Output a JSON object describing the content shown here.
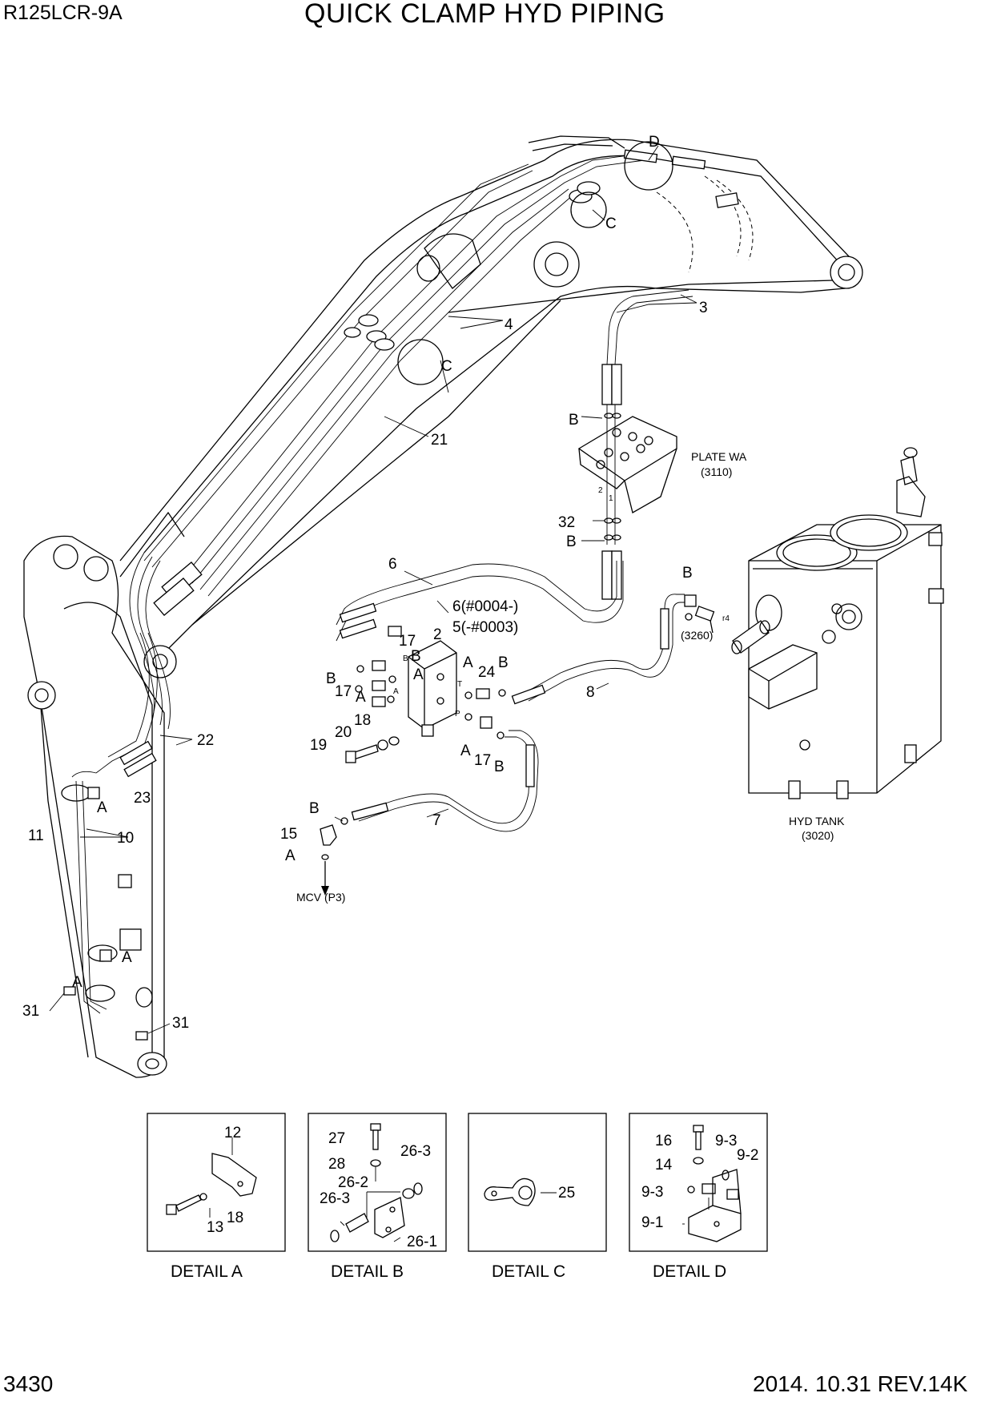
{
  "header": {
    "model": "R125LCR-9A",
    "title": "QUICK CLAMP HYD PIPING"
  },
  "footer": {
    "page_number": "3430",
    "revision": "2014. 10.31  REV.14K"
  },
  "callouts": {
    "c1": "D",
    "c2": "C",
    "c3": "3",
    "c4": "4",
    "c5": "C",
    "c6": "21",
    "c7": "B",
    "c8": "PLATE WA",
    "c9": "(3110)",
    "c10": "2",
    "c11": "1",
    "c12": "32",
    "c13": "B",
    "c14": "6",
    "c15": "6(#0004-)",
    "c16": "5(-#0003)",
    "c17": "B",
    "c18": "r4",
    "c19": "(3260)",
    "c20": "B",
    "c21": "17",
    "c22": "2",
    "c23": "A",
    "c24": "B",
    "c25": "17",
    "c26": "A",
    "c27": "B",
    "c28": "A",
    "c29": "T",
    "c30": "A",
    "c31": "24",
    "c32": "B",
    "c33": "8",
    "c34": "P",
    "c35": "22",
    "c36": "20",
    "c37": "18",
    "c38": "19",
    "c39": "A",
    "c40": "17",
    "c41": "B",
    "c42": "23",
    "c43": "A",
    "c44": "11",
    "c45": "10",
    "c46": "B",
    "c47": "7",
    "c48": "15",
    "c49": "A",
    "c50": "MCV (P3)",
    "c51": "HYD TANK",
    "c52": "(3020)",
    "c53": "A",
    "c54": "A",
    "c55": "31",
    "c56": "31"
  },
  "details": {
    "a": {
      "title": "DETAIL  A",
      "labels": [
        "12",
        "13",
        "18"
      ]
    },
    "b": {
      "title": "DETAIL  B",
      "labels": [
        "27",
        "28",
        "26-3",
        "26-2",
        "26-3",
        "26-1"
      ]
    },
    "c": {
      "title": "DETAIL  C",
      "labels": [
        "25"
      ]
    },
    "d": {
      "title": "DETAIL  D",
      "labels": [
        "16",
        "9-3",
        "9-2",
        "14",
        "9-3",
        "9-1"
      ]
    }
  }
}
